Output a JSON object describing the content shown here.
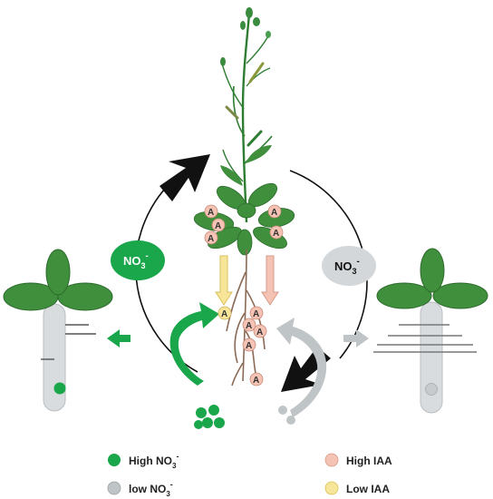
{
  "center_ring": {
    "left_label": {
      "base": "NO",
      "sub": "3",
      "sup": "-"
    },
    "right_label": {
      "base": "NO",
      "sub": "3",
      "sup": "-"
    }
  },
  "auxin_marker": "A",
  "legend": {
    "high_no3": {
      "text": "High NO",
      "sub": "3",
      "sup": "-"
    },
    "low_no3": {
      "text": "low NO",
      "sub": "3",
      "sup": "-"
    },
    "high_iaa": {
      "text": "High IAA"
    },
    "low_iaa": {
      "text": "Low IAA"
    }
  },
  "colors": {
    "high_no3_green": "#1aa64a",
    "low_no3_grey": "#bfc4c6",
    "high_iaa_pink": "#f4c3b4",
    "low_iaa_yellow": "#f7e59a",
    "plant_green": "#2e7d32",
    "leaf_green": "#3f8f3c",
    "ring_black": "#111111",
    "root_brown": "#8a6a55",
    "seedling_root": "#d9dcdf"
  }
}
